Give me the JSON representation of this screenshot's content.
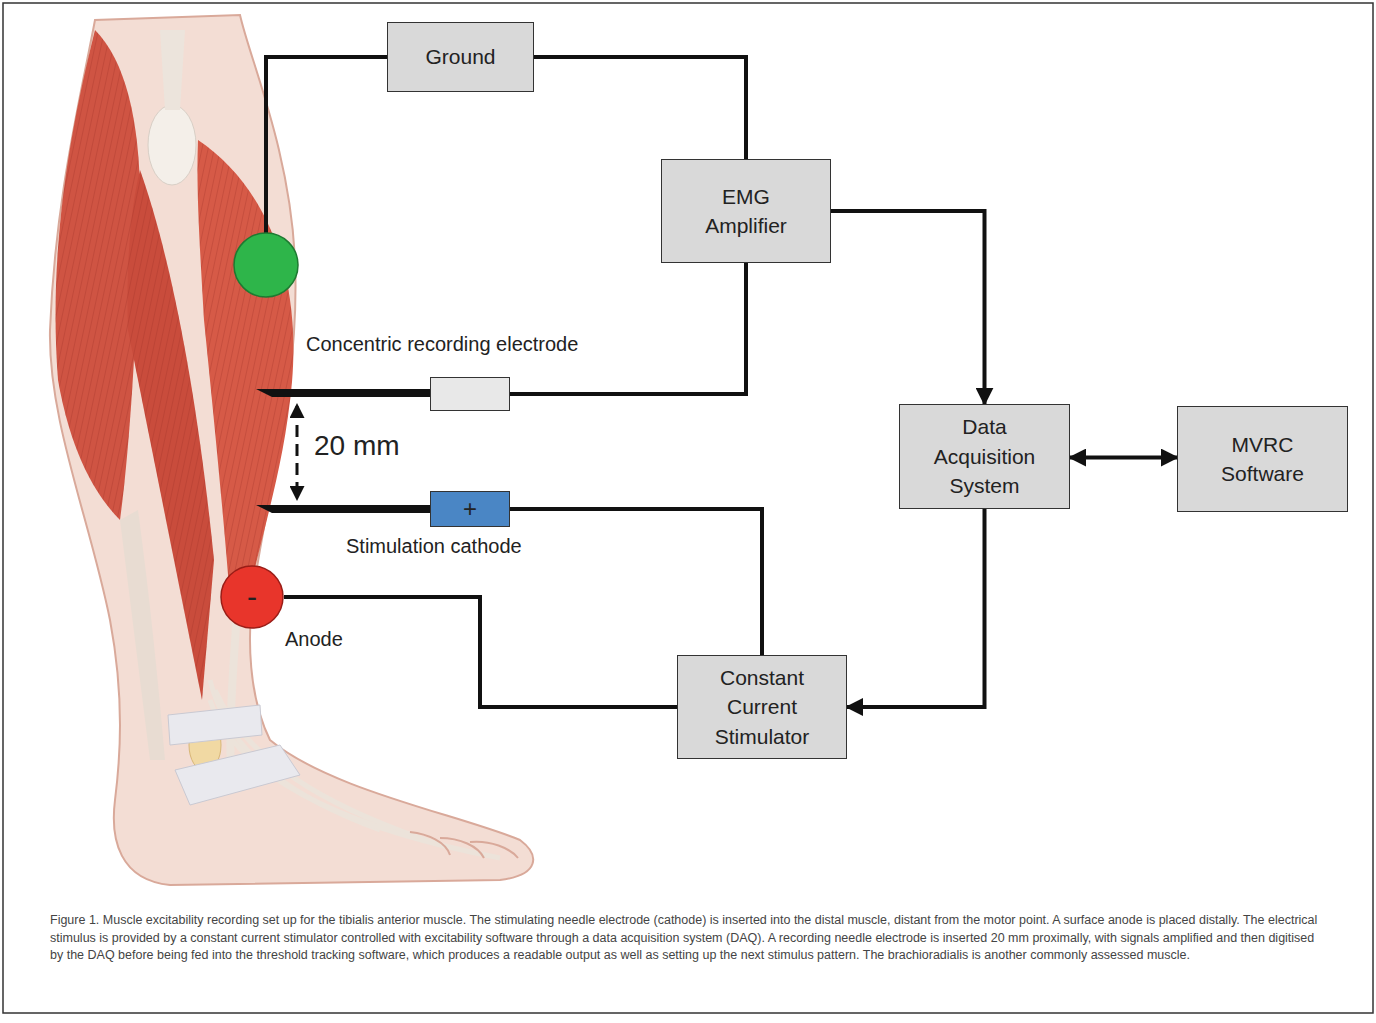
{
  "diagram": {
    "caption": "Figure 1. Muscle excitability recording set up for the tibialis anterior muscle. The stimulating needle electrode (cathode) is inserted into the distal muscle, distant from the motor point. A surface anode is placed distally. The electrical stimulus is provided by a constant current stimulator controlled with excitability software through a data acquisition system (DAQ). A recording needle electrode is inserted 20 mm proximally, with signals amplified and then digitised by the DAQ before being fed into the threshold tracking software, which produces a readable output as well as setting up the next stimulus pattern. The brachioradialis is another commonly assessed muscle.",
    "nodes": [
      {
        "text": [
          "Ground"
        ]
      },
      {
        "text": [
          "EMG Amplifier"
        ]
      },
      {
        "text": [
          "Concentric recording electrode"
        ]
      },
      {
        "text": [
          "Data Acquisition System"
        ]
      },
      {
        "text": [
          "MVRC Software"
        ]
      },
      {
        "text": [
          "+",
          "Stimulation cathode"
        ]
      },
      {
        "text": [
          "-",
          "Anode"
        ]
      },
      {
        "text": [
          "Constant Current Stimulator"
        ]
      }
    ],
    "edges": [
      {
        "from": 0,
        "to": 1,
        "arrow": "none"
      },
      {
        "from": 2,
        "to": 1,
        "arrow": "none"
      },
      {
        "from": 1,
        "to": 3,
        "arrow": "to"
      },
      {
        "from": 3,
        "to": 4,
        "arrow": "both"
      },
      {
        "from": 3,
        "to": 7,
        "arrow": "to"
      },
      {
        "from": 7,
        "to": 5,
        "arrow": "none"
      },
      {
        "from": 7,
        "to": 6,
        "arrow": "none"
      }
    ],
    "labels": [
      "20 mm"
    ]
  }
}
